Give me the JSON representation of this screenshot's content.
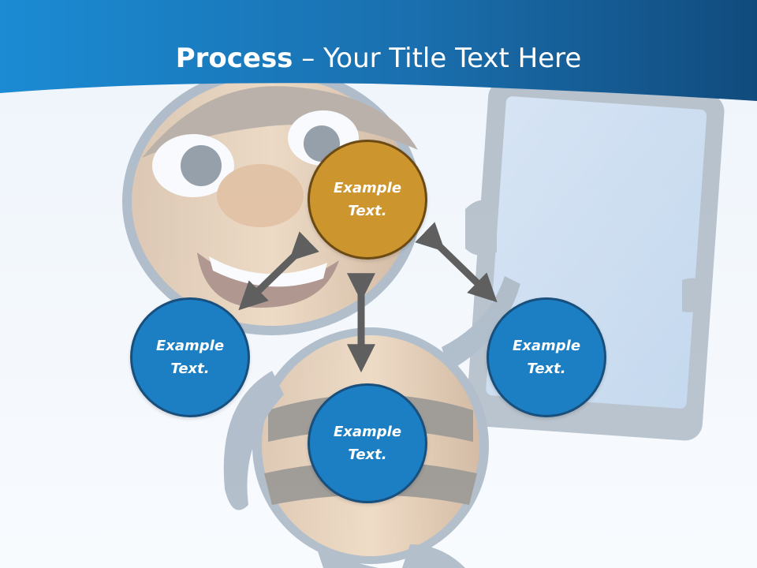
{
  "slide": {
    "title_bold": "Process",
    "title_rest": " – Your Title Text Here"
  },
  "colors": {
    "header_blue": "#1a6fae",
    "node_blue": "#1c7fc4",
    "node_gold": "#cc952e",
    "arrow_gray": "#5f5f5f"
  },
  "nodes": {
    "top": "Example Text.",
    "left": "Example Text.",
    "right": "Example Text.",
    "bottom": "Example Text."
  },
  "icons": [
    "double-arrow-icon",
    "bee-illustration",
    "tablet-illustration"
  ]
}
